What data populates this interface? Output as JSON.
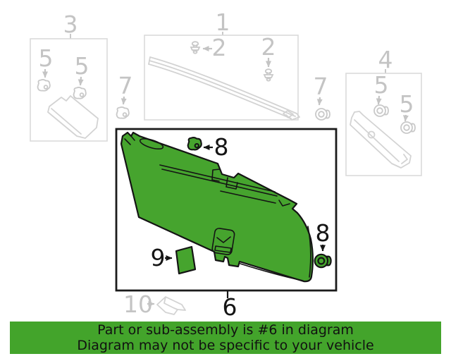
{
  "labels": {
    "assembly_1": "1",
    "clip_2": "2",
    "assembly_3": "3",
    "assembly_4": "4",
    "clip_5": "5",
    "main_part": "6",
    "clip_7": "7",
    "clip_8": "8",
    "cap_9": "9",
    "lamp_10": "10"
  },
  "highlighted_callouts": [
    "6",
    "8",
    "9"
  ],
  "colors": {
    "highlight_green": "#46a42e",
    "banner_green": "#43a42b",
    "faded_part_gray": "#d3d3d3",
    "faded_text_gray": "#c4c4c4",
    "outline_black": "#141414",
    "background": "#ffffff"
  },
  "banner": {
    "line1": "Part or sub-assembly is #6 in diagram",
    "line2": "Diagram may not be specific to your vehicle"
  }
}
